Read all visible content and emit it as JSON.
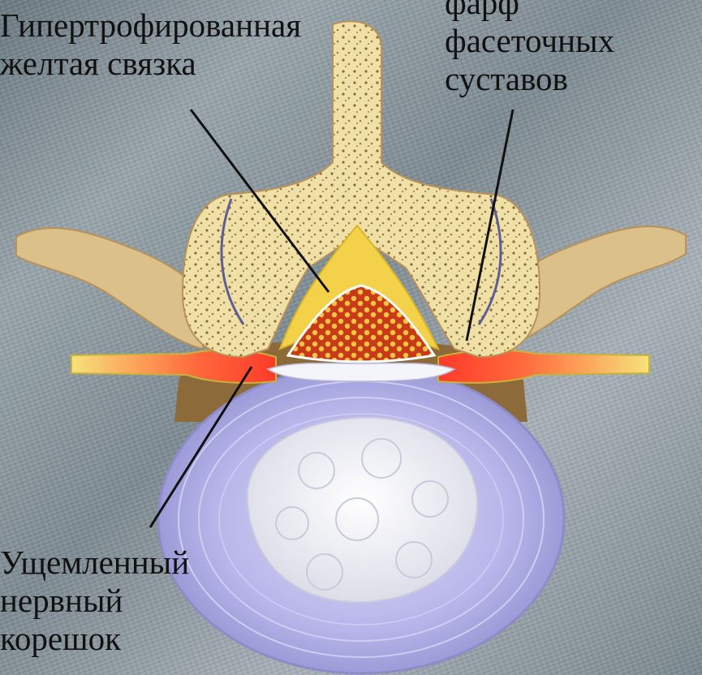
{
  "labels": {
    "ligament": {
      "line1": "Гипертрофированная",
      "line2": "желтая связка"
    },
    "facet": {
      "line0": "фарф",
      "line1": "фасеточных",
      "line2": "суставов"
    },
    "nerve_root": {
      "line1": "Ущемленный",
      "line2": "нервный",
      "line3": "корешок"
    }
  },
  "colors": {
    "bone": "#efe0a6",
    "bone_pores": "#8a6a3a",
    "ligament": "#f3d24a",
    "disc": "#b8b6ea",
    "nucleus": "#eef0f8",
    "nerve": "#f0e08a",
    "inflamed": "#ff5a3c",
    "cord": "#d9421e"
  }
}
